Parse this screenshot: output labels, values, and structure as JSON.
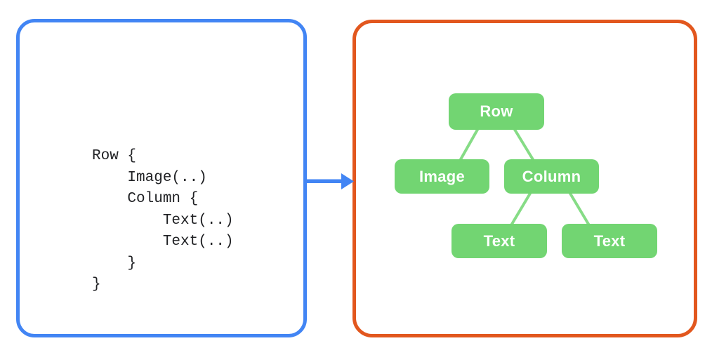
{
  "colors": {
    "blue": "#4285F4",
    "orange": "#E2571E",
    "node-green": "#72D572",
    "edge-green": "#86DC86",
    "code-text": "#202124",
    "node-text": "#FFFFFF",
    "bg": "#FFFFFF"
  },
  "code_panel": {
    "border_color": "#4285F4",
    "lines": [
      "Row {",
      "    Image(..)",
      "    Column {",
      "        Text(..)",
      "        Text(..)",
      "    }",
      "}"
    ]
  },
  "arrow": {
    "color": "#4285F4",
    "direction": "right"
  },
  "tree_panel": {
    "border_color": "#E2571E",
    "node_color": "#72D572",
    "edge_color": "#86DC86",
    "nodes": [
      {
        "id": "row",
        "label": "Row"
      },
      {
        "id": "image",
        "label": "Image",
        "parent": "row"
      },
      {
        "id": "column",
        "label": "Column",
        "parent": "row"
      },
      {
        "id": "text1",
        "label": "Text",
        "parent": "column"
      },
      {
        "id": "text2",
        "label": "Text",
        "parent": "column"
      }
    ],
    "edges": [
      [
        "row",
        "image"
      ],
      [
        "row",
        "column"
      ],
      [
        "column",
        "text1"
      ],
      [
        "column",
        "text2"
      ]
    ]
  }
}
